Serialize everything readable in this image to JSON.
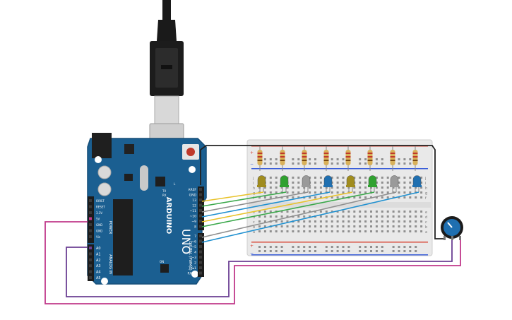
{
  "board": {
    "brand": "ARDUINO",
    "model": "UNO",
    "power_header_label": "POWER",
    "analog_header_label": "ANALOG IN",
    "digital_header_label": "DIGITAL (PWM~)",
    "power_pins": [
      "IOREF",
      "RESET",
      "3.3V",
      "5V",
      "GND",
      "GND",
      "Vin"
    ],
    "analog_pins": [
      "A0",
      "A1",
      "A2",
      "A3",
      "A4",
      "A5"
    ],
    "digital_pins_top": [
      "AREF",
      "GND",
      "13",
      "12",
      "~11",
      "~10",
      "~9",
      "8"
    ],
    "digital_pins_bottom": [
      "7",
      "~6",
      "~5",
      "4",
      "~3",
      "2",
      "TX▸1",
      "RX◀0"
    ],
    "leds_text": [
      "L",
      "TX",
      "RX"
    ],
    "on_text": "ON"
  },
  "breadboard": {
    "row_letters_top": [
      "j",
      "i",
      "h",
      "g",
      "f"
    ],
    "row_letters_bottom": [
      "e",
      "d",
      "c",
      "b",
      "a"
    ],
    "rail_plus": "+",
    "rail_minus": "−"
  },
  "components": {
    "usb_cable": "usb-cable",
    "potentiometer": "potentiometer",
    "led_colors": [
      "#a08c1e",
      "#2fa12f",
      "#9a9a9a",
      "#1f6fb0",
      "#a08c1e",
      "#2fa12f",
      "#9a9a9a",
      "#1f6fb0"
    ],
    "wire_colors": [
      "#e8c22a",
      "#3aa84a",
      "#8f8f8f",
      "#1f90d0",
      "#e8c22a",
      "#3aa84a",
      "#8f8f8f",
      "#1f90d0"
    ]
  },
  "colors": {
    "board_blue": "#1b5f91",
    "board_dark": "#164e78",
    "wire_magenta": "#c0398a",
    "wire_purple": "#6b3f93",
    "wire_black": "#222222",
    "resistor_body": "#d9b15a"
  }
}
